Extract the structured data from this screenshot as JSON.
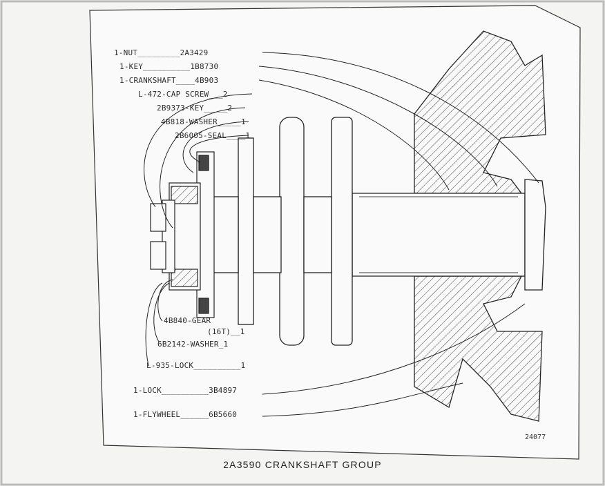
{
  "parts": {
    "nut": "1-NUT_________2A3429",
    "key": "1-KEY__________1B8730",
    "crankshaft": "1-CRANKSHAFT____4B903",
    "cap_screw": "L-472-CAP SCREW___2",
    "key2": "2B9373-KEY_____2",
    "washer": "4B818-WASHER_____1",
    "seal": "2B6005-SEAL____1",
    "gear": "4B840-GEAR",
    "gear_teeth": "(16T)__1",
    "washer2": "6B2142-WASHER_1",
    "lock935": "L-935-LOCK__________1",
    "lock": "1-LOCK__________3B4897",
    "flywheel": "1-FLYWHEEL______6B5660"
  },
  "figure_number": "24077",
  "caption": "2A3590 CRANKSHAFT GROUP"
}
